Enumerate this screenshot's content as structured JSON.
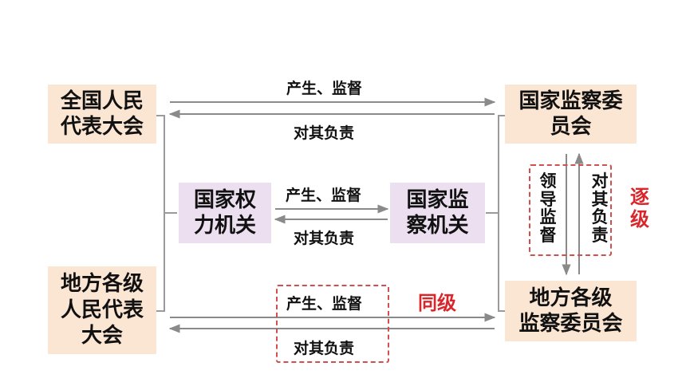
{
  "nodes": {
    "npc_national": "全国人民\n代表大会",
    "supervision_national": "国家监察委\n员会",
    "power_organ": "国家权\n力机关",
    "supervision_organ": "国家监\n察机关",
    "npc_local": "地方各级\n人民代表\n大会",
    "supervision_local": "地方各级\n监察委员会"
  },
  "labels": {
    "top_produce": "产生、监督",
    "top_responsible": "对其负责",
    "mid_produce": "产生、监督",
    "mid_responsible": "对其负责",
    "bottom_produce": "产生、监督",
    "bottom_responsible": "对其负责",
    "lead_supervise": "领导监督",
    "responsible_vertical": "对其负责",
    "same_level": "同级",
    "level_by_level": "逐级"
  },
  "colors": {
    "peach": "#fbe6d3",
    "lavender": "#ece0f0",
    "accent_red": "#d9262b",
    "line_gray": "#888888"
  }
}
